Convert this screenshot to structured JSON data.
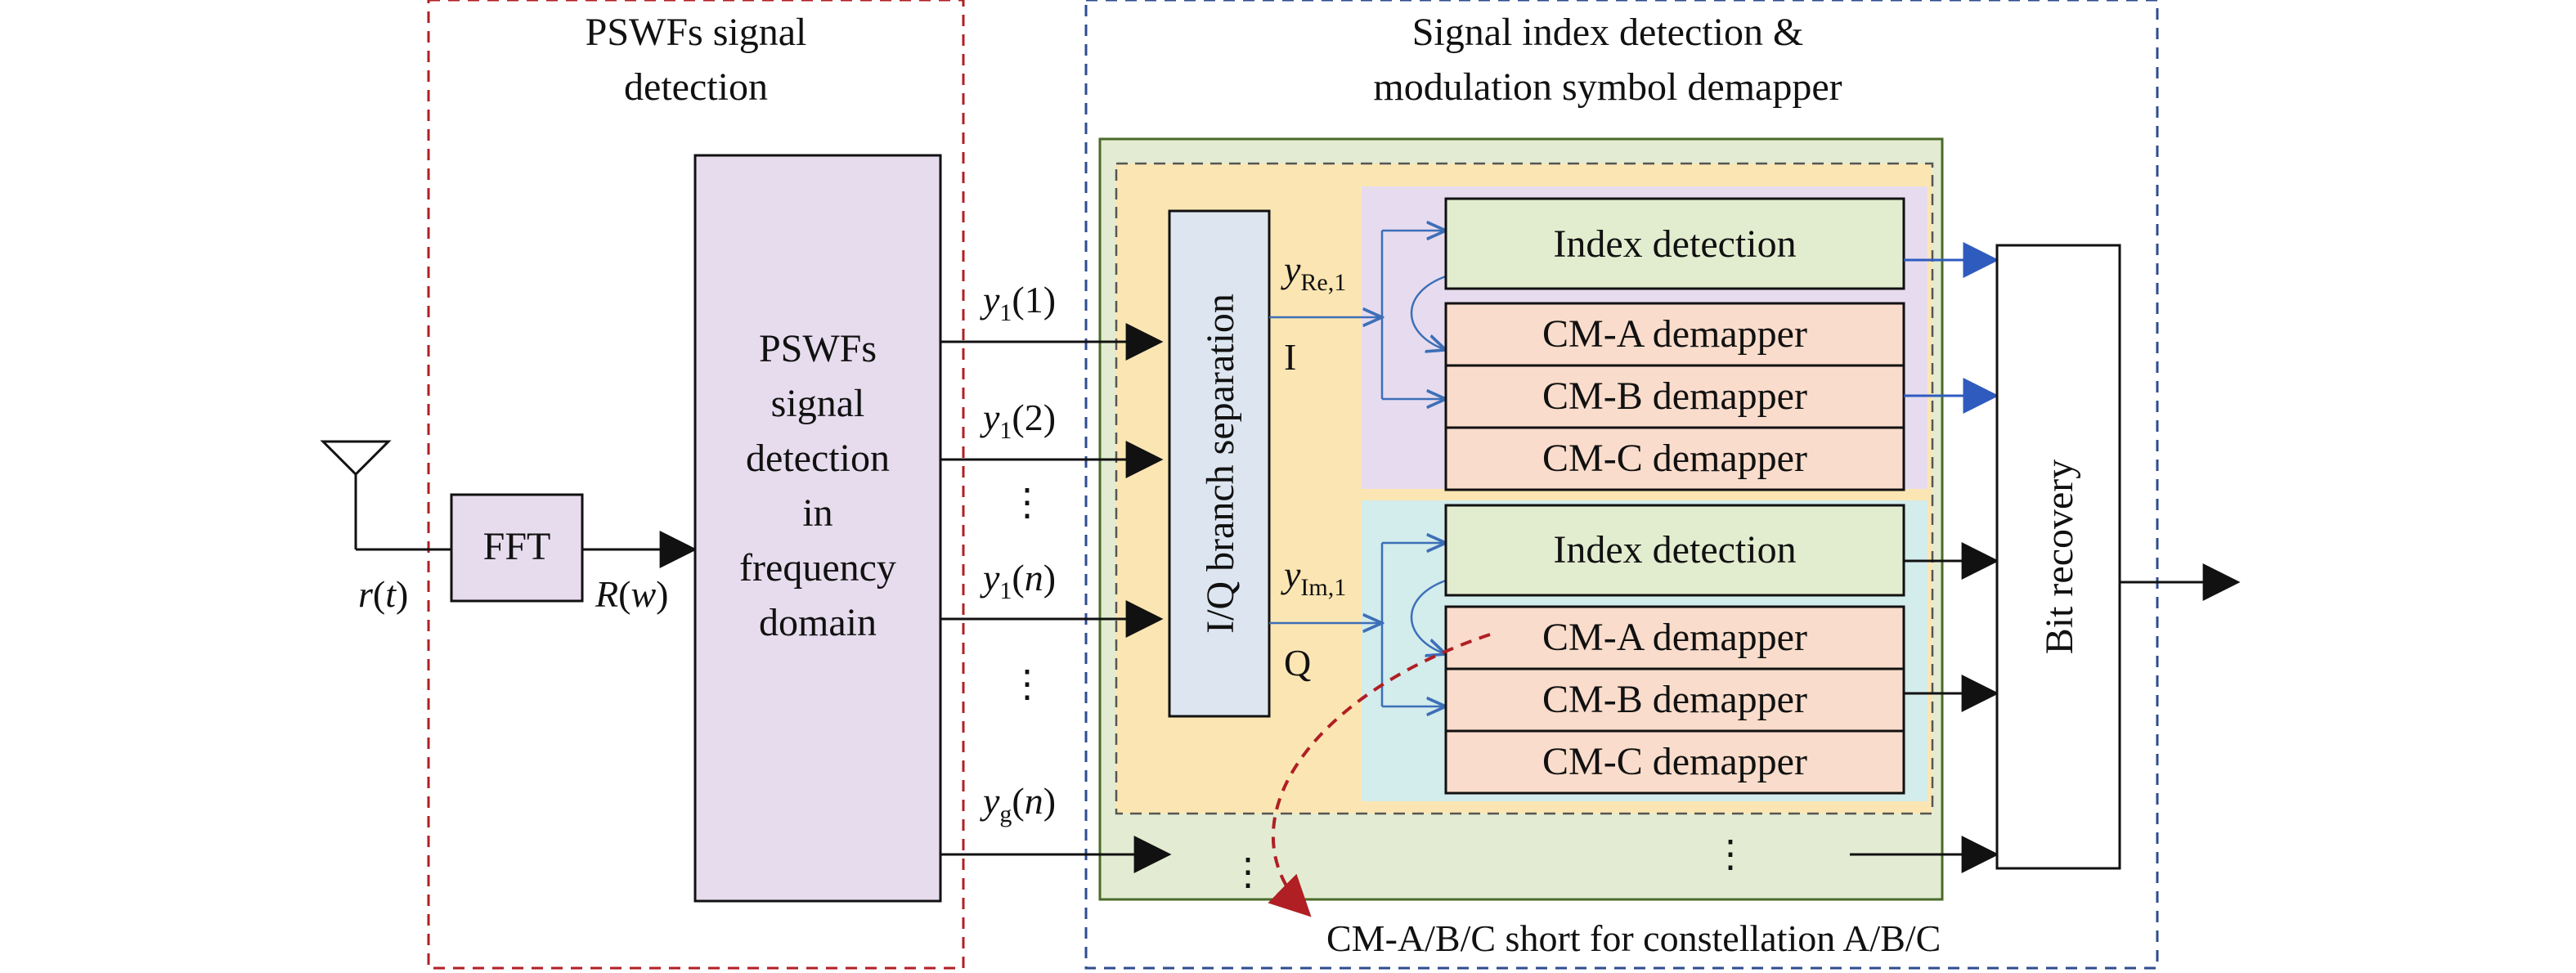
{
  "left_panel": {
    "title_line1": "PSWFs signal",
    "title_line2": "detection"
  },
  "right_panel": {
    "title_line1": "Signal index detection &",
    "title_line2": "modulation symbol demapper"
  },
  "input": {
    "signal": "r",
    "signal_arg": "t"
  },
  "fft": {
    "label": "FFT",
    "output": "R",
    "output_arg": "w"
  },
  "detection_block": {
    "lines": [
      "PSWFs",
      "signal",
      "detection",
      "in",
      "frequency",
      "domain"
    ]
  },
  "outputs": [
    {
      "base": "y",
      "sub": "1",
      "arg": "1"
    },
    {
      "base": "y",
      "sub": "1",
      "arg": "2"
    },
    {
      "base": "y",
      "sub": "1",
      "arg": "n"
    },
    {
      "base": "y",
      "sub": "g",
      "arg": "n"
    }
  ],
  "ellipsis": "⋮",
  "iq_block": {
    "label": "I/Q branch separation"
  },
  "branch_i": {
    "base": "y",
    "sub": "Re,1",
    "tag": "I"
  },
  "branch_q": {
    "base": "y",
    "sub": "Im,1",
    "tag": "Q"
  },
  "i_branch_blocks": [
    "Index detection",
    "CM-A demapper",
    "CM-B demapper",
    "CM-C demapper"
  ],
  "q_branch_blocks": [
    "Index detection",
    "CM-A demapper",
    "CM-B demapper",
    "CM-C demapper"
  ],
  "bit_recovery": {
    "label": "Bit recovery"
  },
  "note": "CM-A/B/C short for constellation A/B/C",
  "colors": {
    "red_dash": "#b01f24",
    "blue_dash": "#2f4c8f",
    "purple_fill": "#e6dced",
    "green_fill": "#e3ecd2",
    "green_border": "#4a6b2a",
    "yellow_fill": "#fbe6b3",
    "iq_fill": "#dde6f0",
    "index_fill": "#e2eccf",
    "demap_fill": "#f9dccb",
    "lilac_fill": "#e7dcef",
    "cyan_fill": "#d3ecec",
    "blue_arrow": "#2f5bbf",
    "blue_line": "#3d6fb8"
  }
}
